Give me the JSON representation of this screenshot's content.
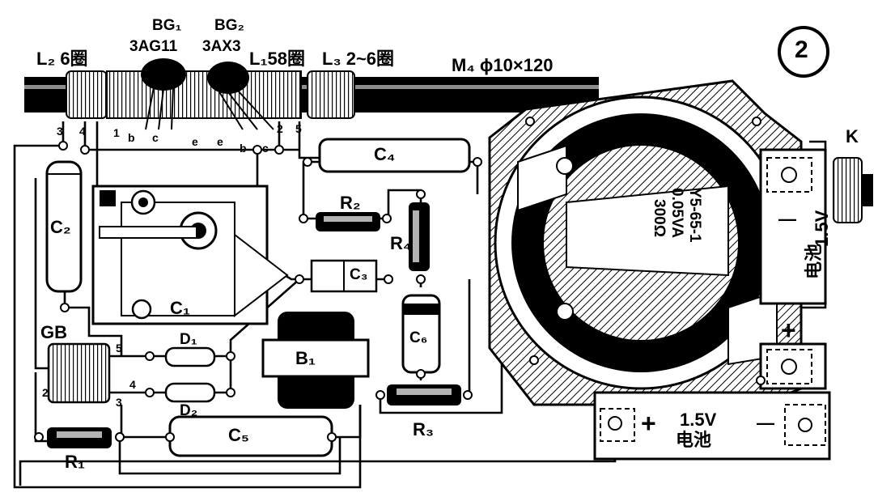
{
  "figure_number": "2",
  "antenna": {
    "L2": "L₂ 6圈",
    "L1": "L₁58圈",
    "L3": "L₃ 2~6圈",
    "M4": "M₄ ϕ10×120"
  },
  "transistors": {
    "BG1_name": "BG₁",
    "BG1_type": "3AG11",
    "BG2_name": "BG₂",
    "BG2_type": "3AX3"
  },
  "pins": {
    "p1": "1",
    "p2": "2",
    "p3": "3",
    "p4": "4",
    "p5": "5",
    "b1": "b",
    "c1": "c",
    "e1": "e",
    "e2": "e",
    "b2": "b",
    "c2": "c"
  },
  "components": {
    "C1": "C₁",
    "C2": "C₂",
    "C3": "C₃",
    "C4": "C₄",
    "C5": "C₅",
    "C6": "C₆",
    "R1": "R₁",
    "R2": "R₂",
    "R3": "R₃",
    "R4": "R₄",
    "D1": "D₁",
    "D2": "D₂",
    "B1": "B₁",
    "GB": "GB",
    "K": "K"
  },
  "gb_pins": {
    "g5": "5",
    "g4": "4",
    "g2": "2",
    "g3": "3"
  },
  "speaker": {
    "model": "Y5-65-1",
    "power": "0.05VA",
    "impedance": "300Ω"
  },
  "battery_top": {
    "voltage": "1.5V",
    "label": "电池",
    "minus": "—",
    "plus": "+"
  },
  "battery_bottom": {
    "plus": "+",
    "voltage": "1.5V",
    "label": "电池",
    "minus": "—"
  }
}
